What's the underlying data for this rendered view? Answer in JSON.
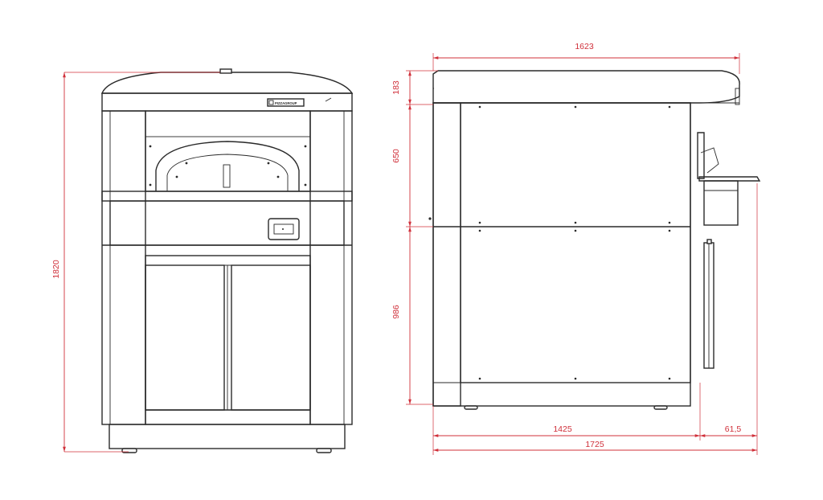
{
  "front_view": {
    "brand_label": "PIZZAGROUP",
    "height_dim": "1820"
  },
  "side_view": {
    "top_width_dim": "1623",
    "top_height_dim": "183",
    "chamber_height_dim": "650",
    "base_height_dim": "986",
    "body_depth_dim": "1425",
    "shelf_depth_dim": "61,5",
    "total_depth_dim": "1725"
  },
  "colors": {
    "line": "#2a2a2a",
    "dimension": "#d0303a",
    "background": "#ffffff"
  }
}
